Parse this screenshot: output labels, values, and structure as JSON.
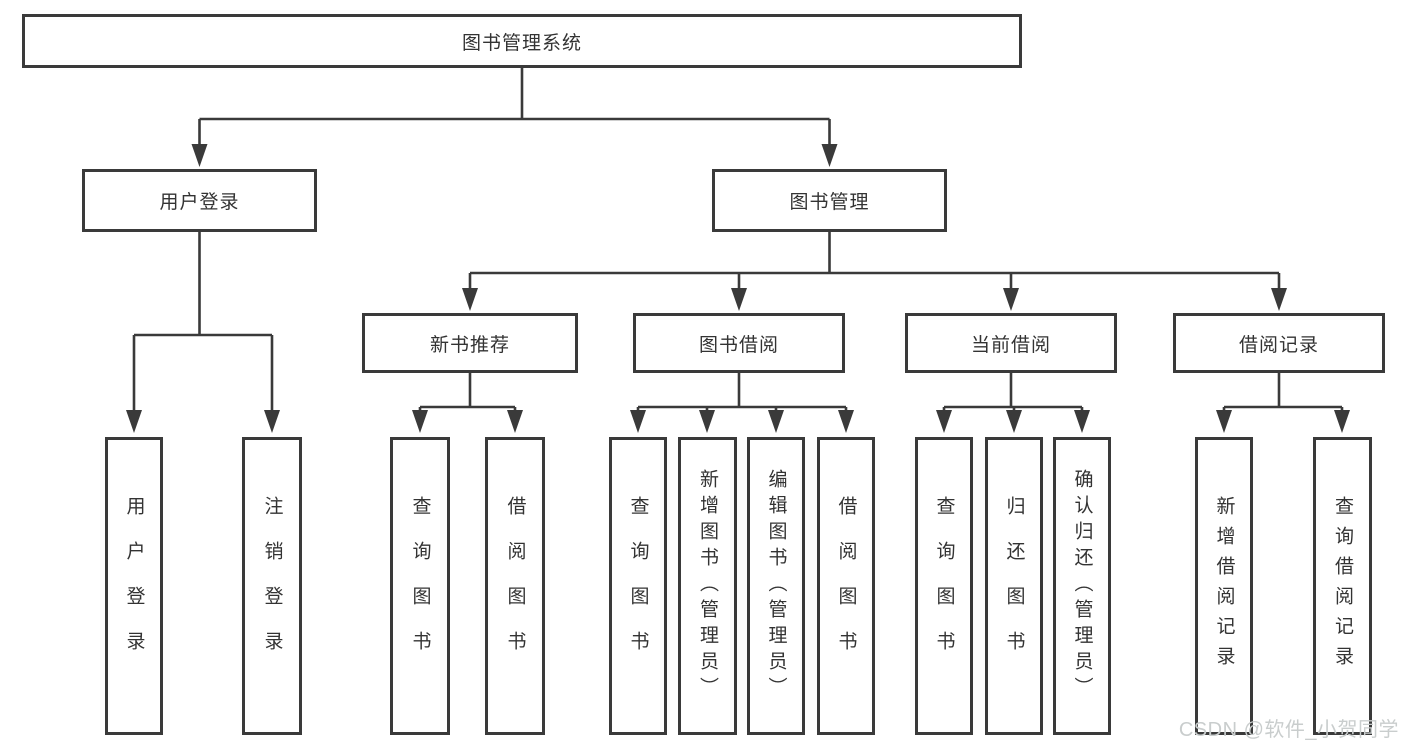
{
  "diagram": {
    "type": "tree",
    "nodes": {
      "root": {
        "label": "图书管理系统"
      },
      "user_login": {
        "label": "用户登录",
        "children": [
          {
            "label": "用户登录"
          },
          {
            "label": "注销登录"
          }
        ]
      },
      "book_mgmt": {
        "label": "图书管理",
        "children": [
          {
            "label": "新书推荐",
            "children": [
              {
                "label": "查询图书"
              },
              {
                "label": "借阅图书"
              }
            ]
          },
          {
            "label": "图书借阅",
            "children": [
              {
                "label": "查询图书"
              },
              {
                "label": "新增图书（管理员）"
              },
              {
                "label": "编辑图书（管理员）"
              },
              {
                "label": "借阅图书"
              }
            ]
          },
          {
            "label": "当前借阅",
            "children": [
              {
                "label": "查询图书"
              },
              {
                "label": "归还图书"
              },
              {
                "label": "确认归还（管理员）"
              }
            ]
          },
          {
            "label": "借阅记录",
            "children": [
              {
                "label": "新增借阅记录"
              },
              {
                "label": "查询借阅记录"
              }
            ]
          }
        ]
      }
    },
    "colors": {
      "line": "#3a3a3a",
      "box_border": "#3a3a3a",
      "text": "#333333",
      "background": "#ffffff",
      "watermark": "#c9cdcd"
    }
  },
  "watermark": "CSDN @软件_小贺同学"
}
